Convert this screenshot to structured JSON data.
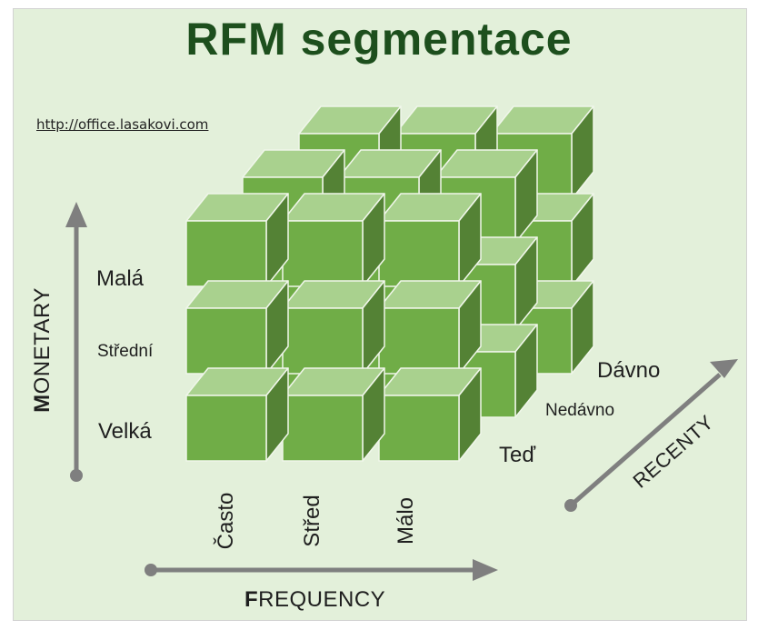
{
  "title": "RFM segmentace",
  "source_url": "http://office.lasakovi.com",
  "axes": {
    "monetary": {
      "title_first": "M",
      "title_rest": "ONETARY",
      "levels": [
        "Malá",
        "Střední",
        "Velká"
      ]
    },
    "frequency": {
      "title_first": "F",
      "title_rest": "REQUENCY",
      "levels": [
        "Často",
        "Střed",
        "Málo"
      ]
    },
    "recency": {
      "title": "RECENTY",
      "levels": [
        "Dávno",
        "Nedávno",
        "Teď"
      ]
    }
  },
  "colors": {
    "background": "#e3f0da",
    "title": "#1d4f1d",
    "cube_front": "#70ad47",
    "cube_top": "#a9d18e",
    "cube_side": "#548235",
    "cube_edge": "#f0f6ea",
    "arrow": "#7f7f7f"
  }
}
